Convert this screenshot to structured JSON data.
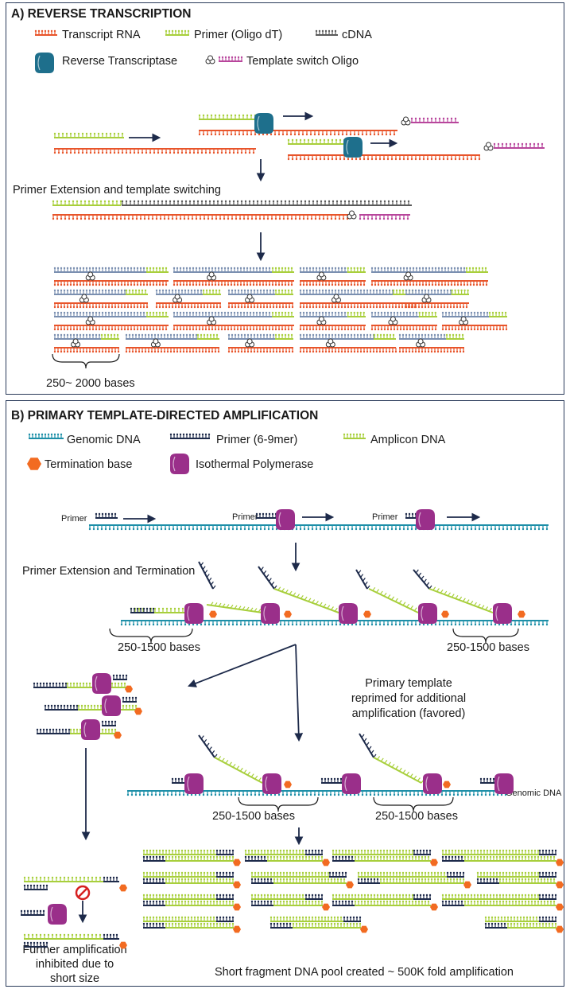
{
  "panel_a": {
    "title": "A) REVERSE TRANSCRIPTION",
    "legend": {
      "transcript_rna": "Transcript RNA",
      "primer": "Primer (Oligo dT)",
      "cdna": "cDNA",
      "reverse_transcriptase": "Reverse Transcriptase",
      "template_switch": "Template switch Oligo"
    },
    "step_label": "Primer Extension and template switching",
    "size_label": "250~ 2000 bases"
  },
  "panel_b": {
    "title": "B) PRIMARY TEMPLATE-DIRECTED AMPLIFICATION",
    "legend": {
      "genomic_dna": "Genomic DNA",
      "primer": "Primer (6-9mer)",
      "amplicon": "Amplicon DNA",
      "termination": "Termination base",
      "polymerase": "Isothermal Polymerase"
    },
    "primer_tag": "Primer",
    "step_label": "Primer Extension and Termination",
    "size_label": "250-1500 bases",
    "reprime_line1": "Primary template",
    "reprime_line2": "reprimed for additional",
    "reprime_line3": "amplification (favored)",
    "genomic_tag": "Genomic DNA",
    "inhibit_line1": "Further amplification",
    "inhibit_line2": "inhibited due to",
    "inhibit_line3": "short size",
    "pool_label": "Short fragment DNA pool created ~ 500K fold amplification"
  },
  "colors": {
    "rna": "#e8552b",
    "primer_oligo": "#a8cf3c",
    "cdna": "#5a5a5a",
    "rt_enzyme": "#1e6f8c",
    "tso": "#b8469c",
    "genomic": "#1d8fa8",
    "primer_random": "#1d2a4a",
    "amplicon": "#a8cf3c",
    "termination": "#f26b21",
    "polymerase": "#9a2f8a",
    "template_pool": "#7a8fb0",
    "frame": "#2a3a5a"
  }
}
